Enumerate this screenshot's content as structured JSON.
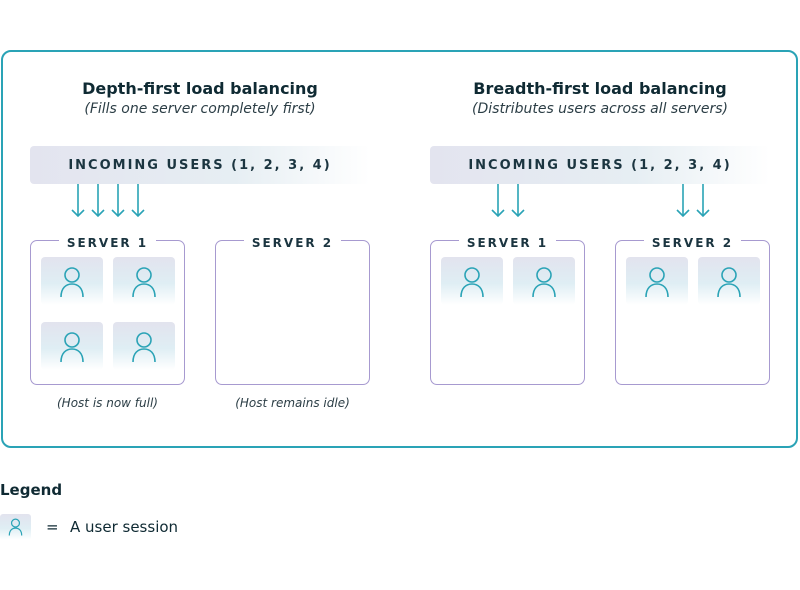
{
  "colors": {
    "frame": "#2aa3b6",
    "server_border": "#a79ad0",
    "arrow": "#2aa3b6",
    "user_icon": "#2aa3b6"
  },
  "left_panel": {
    "title": "Depth-first load balancing",
    "subtitle": "(Fills one server completely first)",
    "incoming": "INCOMING USERS (1, 2, 3, 4)",
    "server1": {
      "label": "SERVER 1",
      "sessions": 4,
      "caption": "(Host is now full)"
    },
    "server2": {
      "label": "SERVER 2",
      "sessions": 0,
      "caption": "(Host remains idle)"
    }
  },
  "right_panel": {
    "title": "Breadth-first load balancing",
    "subtitle": "(Distributes users across all servers)",
    "incoming": "INCOMING USERS (1, 2, 3, 4)",
    "server1": {
      "label": "SERVER 1",
      "sessions": 2
    },
    "server2": {
      "label": "SERVER 2",
      "sessions": 2
    }
  },
  "legend": {
    "title": "Legend",
    "equals": "=",
    "item": "A user session",
    "icon": "user-icon"
  }
}
